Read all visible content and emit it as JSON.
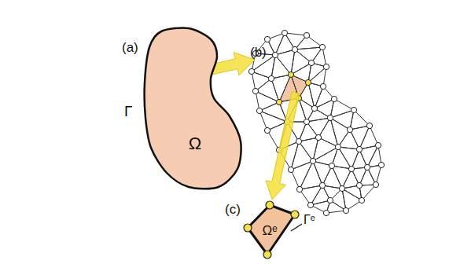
{
  "diagram": {
    "nodes": [
      {
        "text": [
          "Ω"
        ]
      },
      {
        "text": [
          "Ωᵉ"
        ]
      }
    ],
    "labels": [
      "(a)",
      "Γ",
      "(b)",
      "(c)",
      "Γᵉ"
    ]
  }
}
